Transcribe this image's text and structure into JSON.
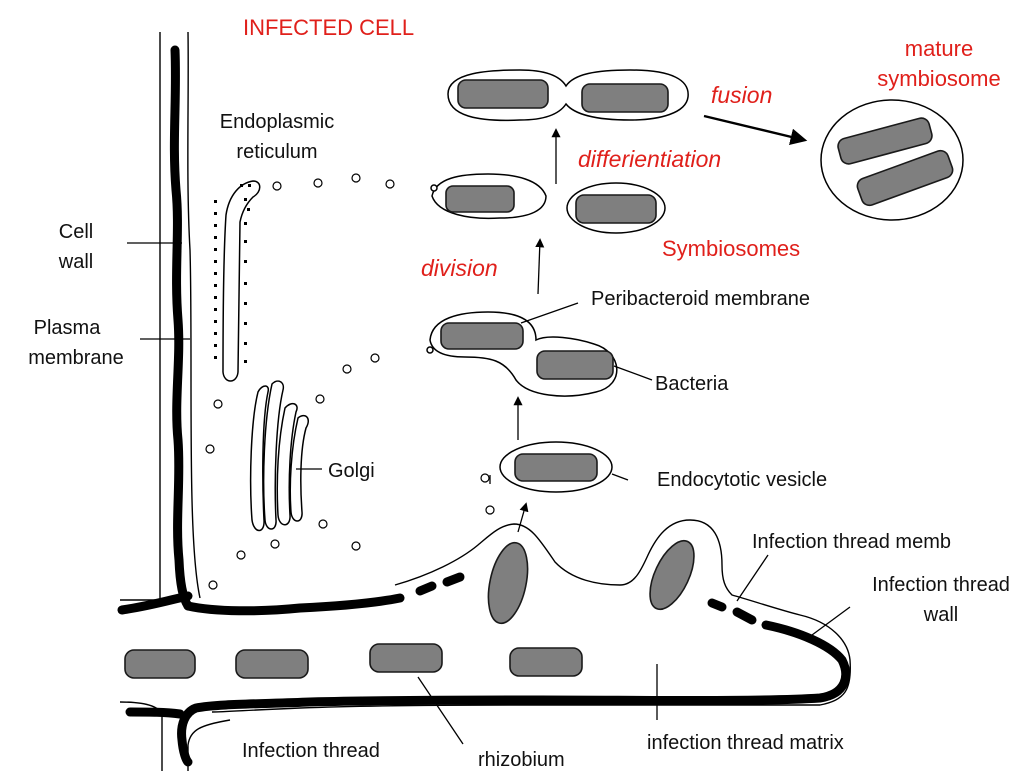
{
  "labels": {
    "title": "INFECTED CELL",
    "mature_symbiosome_1": "mature",
    "mature_symbiosome_2": "symbiosome",
    "fusion": "fusion",
    "differentiation": "differientiation",
    "division": "division",
    "symbiosomes": "Symbiosomes",
    "er_1": "Endoplasmic",
    "er_2": "reticulum",
    "cell_wall_1": "Cell",
    "cell_wall_2": "wall",
    "plasma_membrane_1": "Plasma",
    "plasma_membrane_2": "membrane",
    "peribacteroid_membrane": "Peribacteroid membrane",
    "bacteria": "Bacteria",
    "golgi": "Golgi",
    "endocytotic_vesicle": "Endocytotic vesicle",
    "it_membrane": "Infection thread memb",
    "it_wall_1": "Infection thread",
    "it_wall_2": "wall",
    "infection_thread": "Infection thread",
    "rhizobium": "rhizobium",
    "it_matrix": "infection thread matrix"
  },
  "colors": {
    "annotation_red": "#e0201b",
    "bacterium_fill": "#7f7f7f",
    "line": "#000000"
  }
}
